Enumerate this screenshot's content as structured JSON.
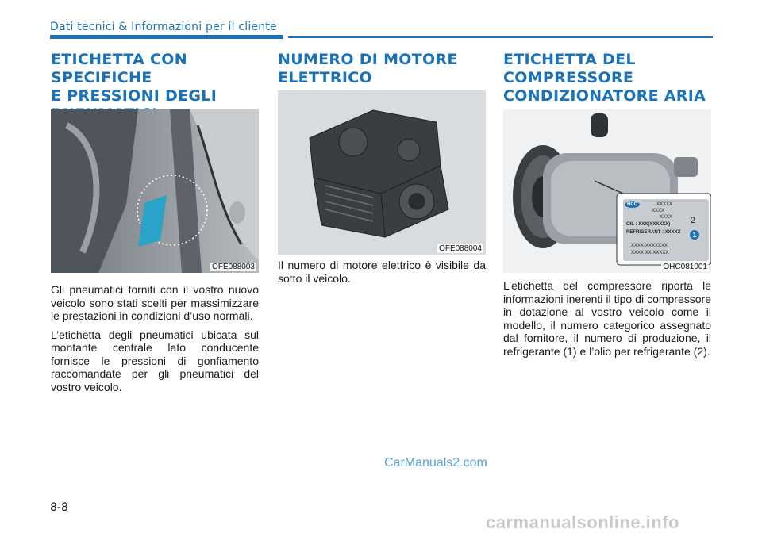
{
  "header": {
    "section_title": "Dati tecnici & Informazioni per il cliente"
  },
  "columns": [
    {
      "heading_lines": [
        "ETICHETTA CON SPECIFICHE",
        "E PRESSIONI DEGLI",
        "PNEUMATICI"
      ],
      "figure_code": "OFE088003",
      "paragraphs": [
        "Gli pneumatici forniti con il vostro nuovo veicolo sono stati scelti per massimizzare le prestazioni in condizioni d’uso normali.",
        "L’etichetta degli pneumatici ubicata sul montante centrale lato conducente fornisce le pressioni di gonfiamento raccomandate per gli pneumatici del vostro veicolo."
      ]
    },
    {
      "heading_lines": [
        "NUMERO DI MOTORE",
        "ELETTRICO"
      ],
      "figure_code": "OFE088004",
      "paragraphs": [
        "Il numero di motore elettrico è visibile da sotto il veicolo."
      ]
    },
    {
      "heading_lines": [
        "ETICHETTA DEL",
        "COMPRESSORE",
        "CONDIZIONATORE ARIA"
      ],
      "figure_code": "OHC081001",
      "label": {
        "brand": "HCC",
        "lines": [
          "XXXXX",
          "XXXX",
          "XXXX",
          "OIL : XXX(XXXXXX)",
          "REFRIGERANT : XXXXX",
          "XXXX-XXXXXXX",
          "XXXX XX XXXXX"
        ],
        "callout_1": "1",
        "callout_2": "2"
      },
      "paragraphs": [
        "L’etichetta del compressore riporta le informazioni inerenti il tipo di compressore in dotazione al vostro veicolo come il modello, il numero categorico assegnato dal fornitore, il numero di produzione, il refrigerante (1) e l’olio per refrigerante (2)."
      ]
    }
  ],
  "footer": {
    "page_number": "8-8",
    "watermark_top": "CarManuals2.com",
    "watermark_bottom": "carmanualsonline.info"
  },
  "colors": {
    "accent": "#1a72b8",
    "tire_label": "#2aa3c9"
  }
}
